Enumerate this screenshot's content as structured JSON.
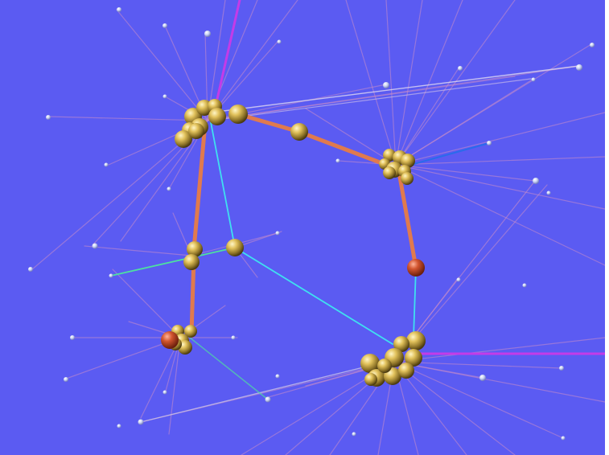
{
  "scene": {
    "background_color": "#5B5BF2",
    "node_palette": {
      "gold": "#D8B850",
      "red": "#C8482A",
      "small_satellite": "#C8D4F0"
    },
    "edge_palette": {
      "backbone": "#E07A4E",
      "cyan_link": "#3FE0F0",
      "green_link": "#4EE0A0",
      "blue_link": "#2A6BEB",
      "magenta_link": "#C33BE8",
      "faint_spoke": "#C98CC8"
    },
    "clusters": [
      {
        "id": "cluster-top-left",
        "label": ""
      },
      {
        "id": "cluster-top-right",
        "label": ""
      },
      {
        "id": "cluster-bottom-right",
        "label": ""
      },
      {
        "id": "cluster-bottom-left",
        "label": ""
      }
    ]
  }
}
